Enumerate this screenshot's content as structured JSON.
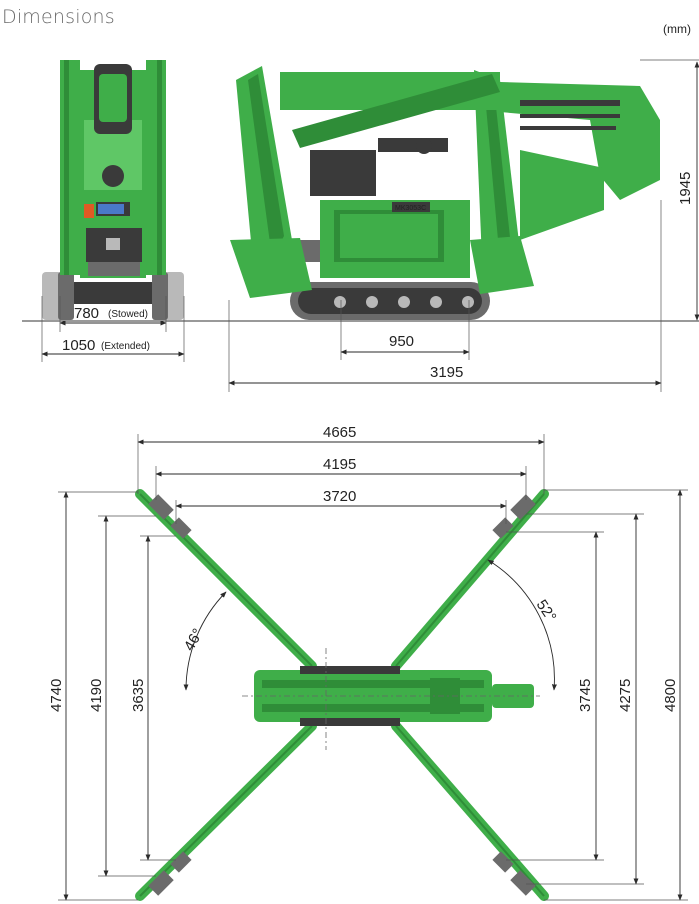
{
  "title": "Dimensions",
  "unit": "(mm)",
  "model_label": "MK3053C",
  "front_view": {
    "width_stowed": "780",
    "width_stowed_note": "(Stowed)",
    "width_extended": "1050",
    "width_extended_note": "(Extended)"
  },
  "side_view": {
    "track_length": "950",
    "overall_length": "3195",
    "height": "1945"
  },
  "top_view": {
    "span_outer": "4665",
    "span_mid": "4195",
    "span_inner": "3720",
    "left_height_outer": "4740",
    "left_height_mid": "4190",
    "left_height_inner": "3635",
    "right_height_inner": "3745",
    "right_height_mid": "4275",
    "right_height_outer": "4800",
    "angle_left": "46°",
    "angle_right": "52°"
  },
  "colors": {
    "machine_green": "#3fae49",
    "dark_green": "#2f8d38",
    "track_grey": "#6b6b6b"
  }
}
